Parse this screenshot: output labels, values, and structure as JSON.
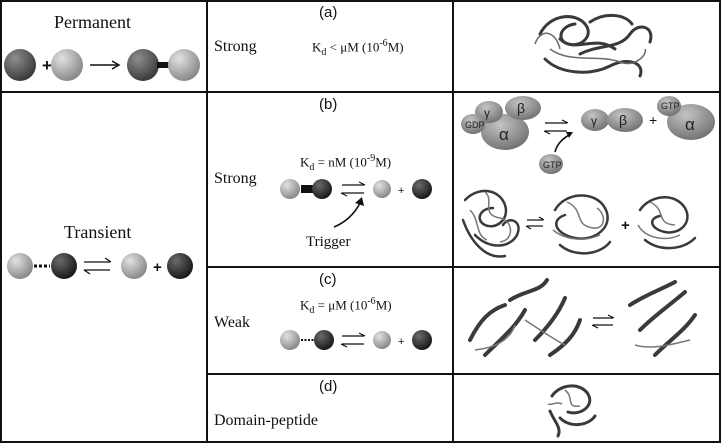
{
  "rows": [
    {
      "tag": "(a)",
      "category": "Permanent",
      "strength": "Strong",
      "kd": {
        "prefix": "K",
        "sub": "d",
        "rel": " < μM (10",
        "exp": "-6",
        "unit": "M)"
      }
    },
    {
      "tag": "(b)",
      "category": "Transient",
      "strength": "Strong",
      "kd": {
        "prefix": "K",
        "sub": "d",
        "rel": " = nM (10",
        "exp": "-9",
        "unit": "M)"
      },
      "trigger": "Trigger",
      "gprotein": {
        "gamma": "γ",
        "beta": "β",
        "alpha": "α",
        "gdp": "GDP",
        "gtp": "GTP"
      }
    },
    {
      "tag": "(c)",
      "strength": "Weak",
      "kd": {
        "prefix": "K",
        "sub": "d",
        "rel": " = μM (10",
        "exp": "-6",
        "unit": "M)"
      }
    },
    {
      "tag": "(d)",
      "strength": "Domain-peptide"
    }
  ],
  "symbols": {
    "plus": "+"
  },
  "colors": {
    "border": "#111111",
    "dark_sphere": "#2a2a2a",
    "light_sphere": "#a9a9a9",
    "protein": "#3a3a3a"
  }
}
